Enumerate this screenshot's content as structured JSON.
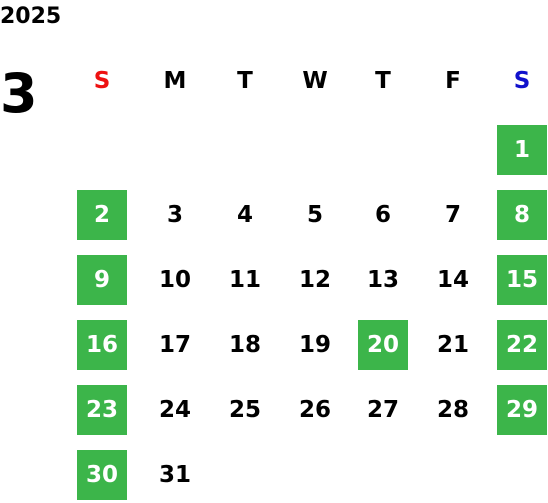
{
  "calendar": {
    "year": "2025",
    "month": "3",
    "weekdays": [
      "S",
      "M",
      "T",
      "W",
      "T",
      "F",
      "S"
    ],
    "first_weekday_index": 6,
    "days": [
      "1",
      "2",
      "3",
      "4",
      "5",
      "6",
      "7",
      "8",
      "9",
      "10",
      "11",
      "12",
      "13",
      "14",
      "15",
      "16",
      "17",
      "18",
      "19",
      "20",
      "21",
      "22",
      "23",
      "24",
      "25",
      "26",
      "27",
      "28",
      "29",
      "30",
      "31"
    ],
    "highlighted_days": [
      "1",
      "2",
      "8",
      "9",
      "15",
      "16",
      "20",
      "22",
      "23",
      "29",
      "30"
    ]
  },
  "colors": {
    "sunday_label": "#ee1111",
    "saturday_label": "#1111cc",
    "text": "#000000",
    "highlight_bg": "#3cb54a",
    "highlight_text": "#ffffff"
  }
}
